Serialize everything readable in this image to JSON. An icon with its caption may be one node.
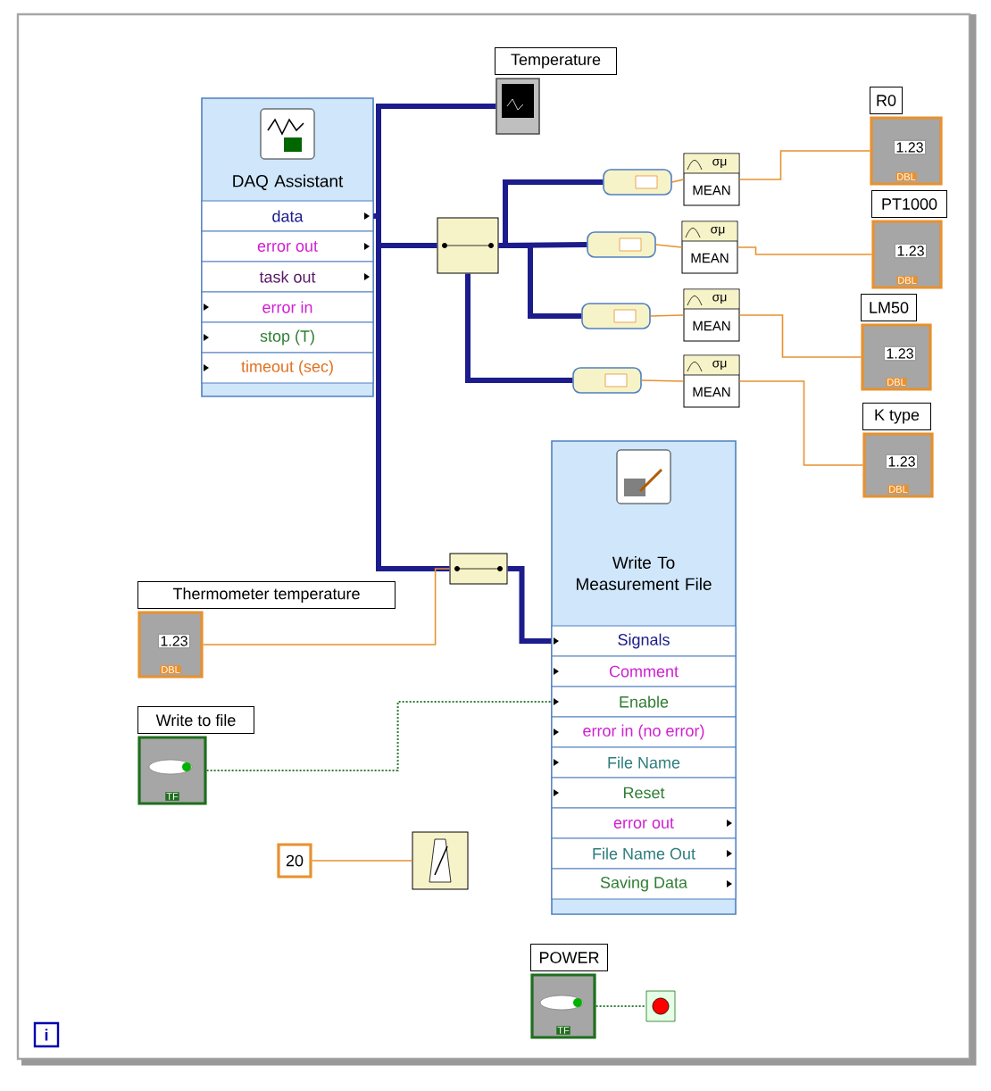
{
  "diagram": {
    "nodes": [
      {
        "text": [
          "DAQ Assistant"
        ]
      },
      {
        "text": [
          "data"
        ],
        "in": 0
      },
      {
        "text": [
          "error out"
        ],
        "in": 0
      },
      {
        "text": [
          "task out"
        ],
        "in": 0
      },
      {
        "text": [
          "error in"
        ],
        "in": 0
      },
      {
        "text": [
          "stop (T)"
        ],
        "in": 0
      },
      {
        "text": [
          "timeout (sec)"
        ],
        "in": 0
      },
      {
        "text": [
          "Temperature"
        ]
      },
      {
        "text": [],
        "shape": "box"
      },
      {
        "text": [],
        "shape": "box"
      },
      {
        "text": [],
        "shape": "box"
      },
      {
        "text": [],
        "shape": "box"
      },
      {
        "text": [],
        "shape": "box"
      },
      {
        "text": [
          "σμ",
          "MEAN"
        ]
      },
      {
        "text": [
          "σμ",
          "MEAN"
        ]
      },
      {
        "text": [
          "σμ",
          "MEAN"
        ]
      },
      {
        "text": [
          "σμ",
          "MEAN"
        ]
      },
      {
        "text": [
          "R0",
          "1.23",
          "DBL"
        ]
      },
      {
        "text": [
          "PT1000",
          "1.23",
          "DBL"
        ]
      },
      {
        "text": [
          "LM50",
          "1.23",
          "DBL"
        ]
      },
      {
        "text": [
          "K type",
          "1.23",
          "DBL"
        ]
      },
      {
        "text": [],
        "shape": "box"
      },
      {
        "text": [
          "Write To Measurement File"
        ]
      },
      {
        "text": [
          "Signals"
        ],
        "in": 22
      },
      {
        "text": [
          "Comment"
        ],
        "in": 22
      },
      {
        "text": [
          "Enable"
        ],
        "in": 22
      },
      {
        "text": [
          "error in (no error)"
        ],
        "in": 22
      },
      {
        "text": [
          "File Name"
        ],
        "in": 22
      },
      {
        "text": [
          "Reset"
        ],
        "in": 22
      },
      {
        "text": [
          "error out"
        ],
        "in": 22
      },
      {
        "text": [
          "File Name Out"
        ],
        "in": 22
      },
      {
        "text": [
          "Saving Data"
        ],
        "in": 22
      },
      {
        "text": [
          "Thermometer temperature",
          "1.23",
          "DBL"
        ]
      },
      {
        "text": [
          "Write to file",
          "TF"
        ]
      },
      {
        "text": [
          "20"
        ]
      },
      {
        "text": [],
        "shape": "picture"
      },
      {
        "text": [
          "POWER",
          "TF"
        ]
      },
      {
        "text": [],
        "shape": "box"
      }
    ],
    "edges": [
      {
        "from": 1,
        "to": 7,
        "arrow": "none",
        "style": "thick",
        "color": "#1c1c8c"
      },
      {
        "from": 1,
        "to": 8,
        "arrow": "none",
        "style": "thick",
        "color": "#1c1c8c"
      },
      {
        "from": 1,
        "to": 21,
        "arrow": "none",
        "style": "thick",
        "color": "#1c1c8c"
      },
      {
        "from": 8,
        "to": 9,
        "arrow": "none",
        "style": "thick",
        "color": "#1c1c8c"
      },
      {
        "from": 8,
        "to": 10,
        "arrow": "none",
        "style": "thick",
        "color": "#1c1c8c"
      },
      {
        "from": 8,
        "to": 11,
        "arrow": "none",
        "style": "thick",
        "color": "#1c1c8c"
      },
      {
        "from": 8,
        "to": 12,
        "arrow": "none",
        "style": "thick",
        "color": "#1c1c8c"
      },
      {
        "from": 9,
        "to": 13,
        "arrow": "none"
      },
      {
        "from": 10,
        "to": 14,
        "arrow": "none"
      },
      {
        "from": 11,
        "to": 15,
        "arrow": "none"
      },
      {
        "from": 12,
        "to": 16,
        "arrow": "none"
      },
      {
        "from": 13,
        "to": 17,
        "arrow": "none"
      },
      {
        "from": 14,
        "to": 18,
        "arrow": "none"
      },
      {
        "from": 15,
        "to": 19,
        "arrow": "none"
      },
      {
        "from": 16,
        "to": 20,
        "arrow": "none"
      },
      {
        "from": 21,
        "to": 23,
        "arrow": "none",
        "style": "thick",
        "color": "#1c1c8c"
      },
      {
        "from": 32,
        "to": 21,
        "arrow": "none"
      },
      {
        "from": 33,
        "to": 25,
        "arrow": "none",
        "style": "dashed",
        "color": "#2e7d32"
      },
      {
        "from": 34,
        "to": 35,
        "arrow": "none"
      },
      {
        "from": 36,
        "to": 37,
        "arrow": "none",
        "style": "dashed",
        "color": "#2e7d32"
      }
    ],
    "labels": [
      "i"
    ]
  }
}
